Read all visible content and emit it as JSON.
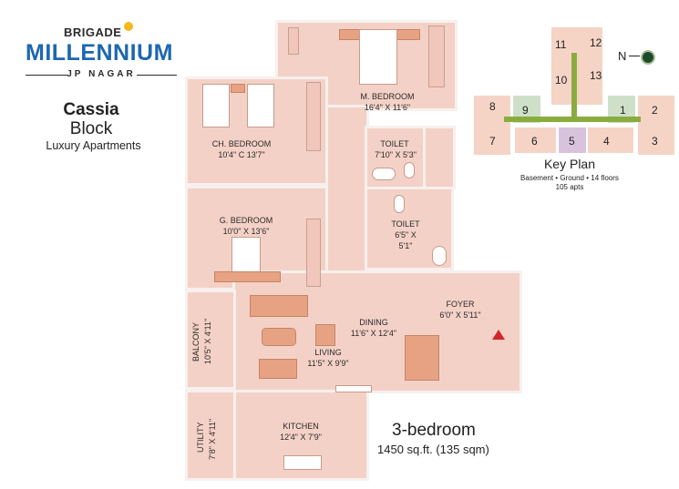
{
  "brand": {
    "top": "BRIGADE",
    "name": "MILLENNIUM",
    "location": "JP NAGAR",
    "accent_color": "#1d67b0",
    "sun_color": "#f6b81a"
  },
  "block": {
    "name_line1": "Cassia",
    "name_line2": "Block",
    "subtitle": "Luxury Apartments"
  },
  "rooms": {
    "master_bedroom": {
      "name": "M. BEDROOM",
      "dims": "16'4\" X 11'6\""
    },
    "child_bedroom": {
      "name": "CH. BEDROOM",
      "dims": "10'4\" C 13'7\""
    },
    "toilet_1": {
      "name": "TOILET",
      "dims": "7'10\" X 5'3\""
    },
    "guest_bedroom": {
      "name": "G. BEDROOM",
      "dims": "10'0\" X 13'6\""
    },
    "toilet_2": {
      "name": "TOILET",
      "dims_line1": "6'5\" X",
      "dims_line2": "5'1\""
    },
    "foyer": {
      "name": "FOYER",
      "dims": "6'0\" X 5'11\""
    },
    "dining": {
      "name": "DINING",
      "dims": "11'6\" X 12'4\""
    },
    "living": {
      "name": "LIVING",
      "dims": "11'5\" X 9'9\""
    },
    "balcony": {
      "name": "BALCONY",
      "dims": "10'5\" X 4'11\""
    },
    "kitchen": {
      "name": "KITCHEN",
      "dims": "12'4\" X 7'9\""
    },
    "utility": {
      "name": "UTILITY",
      "dims": "7'8\" X 4'11\""
    }
  },
  "entrance_marker_color": "#d4252a",
  "key_plan": {
    "compass_label": "N",
    "title": "Key Plan",
    "floors": "Basement • Ground • 14 floors",
    "apartments": "105 apts",
    "towers": [
      "1",
      "2",
      "3",
      "4",
      "5",
      "6",
      "7",
      "8",
      "9",
      "10",
      "11",
      "12",
      "13"
    ]
  },
  "unit": {
    "type": "3-bedroom",
    "area": "1450 sq.ft. (135 sqm)"
  }
}
